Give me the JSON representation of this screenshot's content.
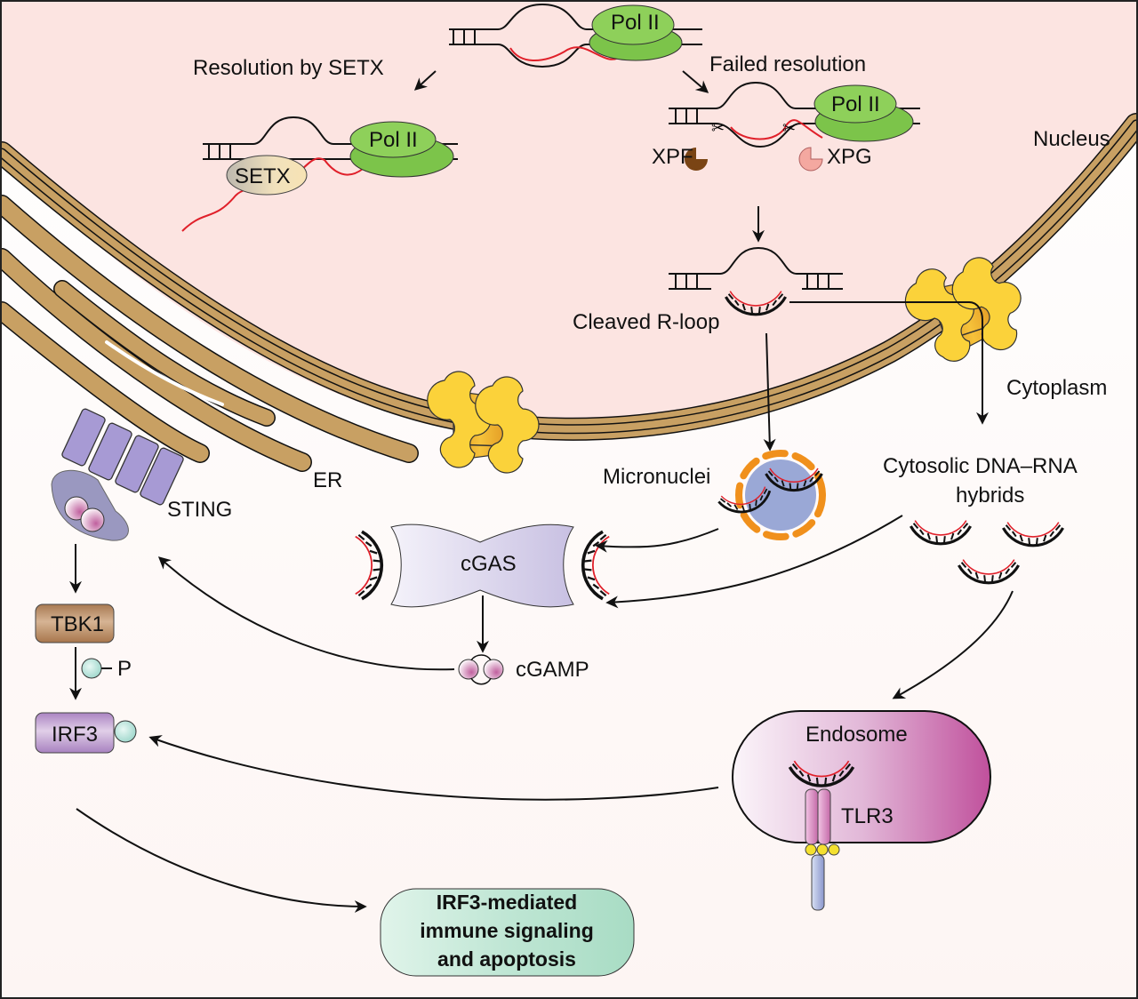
{
  "figure": {
    "compartments": {
      "nucleus": "Nucleus",
      "cytoplasm": "Cytoplasm",
      "er": "ER"
    },
    "pathway_labels": {
      "resolution_setx": "Resolution by SETX",
      "failed_resolution": "Failed resolution",
      "cleaved_rloop": "Cleaved R-loop",
      "micronuclei": "Micronuclei",
      "cytosolic_hybrids_line1": "Cytosolic DNA–RNA",
      "cytosolic_hybrids_line2": "hybrids"
    },
    "proteins": {
      "pol2": "Pol II",
      "setx": "SETX",
      "xpf": "XPF",
      "xpg": "XPG",
      "sting": "STING",
      "tbk1": "TBK1",
      "irf3": "IRF3",
      "cgas": "cGAS",
      "cgamp": "cGAMP",
      "tlr3": "TLR3",
      "endosome": "Endosome",
      "phosphate": "P"
    },
    "outcome": {
      "line1": "IRF3-mediated",
      "line2": "immune signaling",
      "line3": "and apoptosis"
    },
    "colors": {
      "nucleus_fill": "#fce4e1",
      "membrane": "#c8a063",
      "pore_light": "#fbd23a",
      "pore_dark": "#e8a22c",
      "pol2": "#7cc44a",
      "rna": "#e0202a",
      "sting": "#a79ad4",
      "tbk1": "#b07f55",
      "irf3": "#b48fc8",
      "phospho": "#c8ece6",
      "cgas": "#dcd8ee",
      "micronucleus": "#9aa8d6",
      "micronucleus_env": "#f0901c",
      "endosome_end": "#c060a8",
      "outcome_fill": "#bfe6d4",
      "xpf": "#7a4414",
      "xpg": "#f4a8a0"
    }
  }
}
